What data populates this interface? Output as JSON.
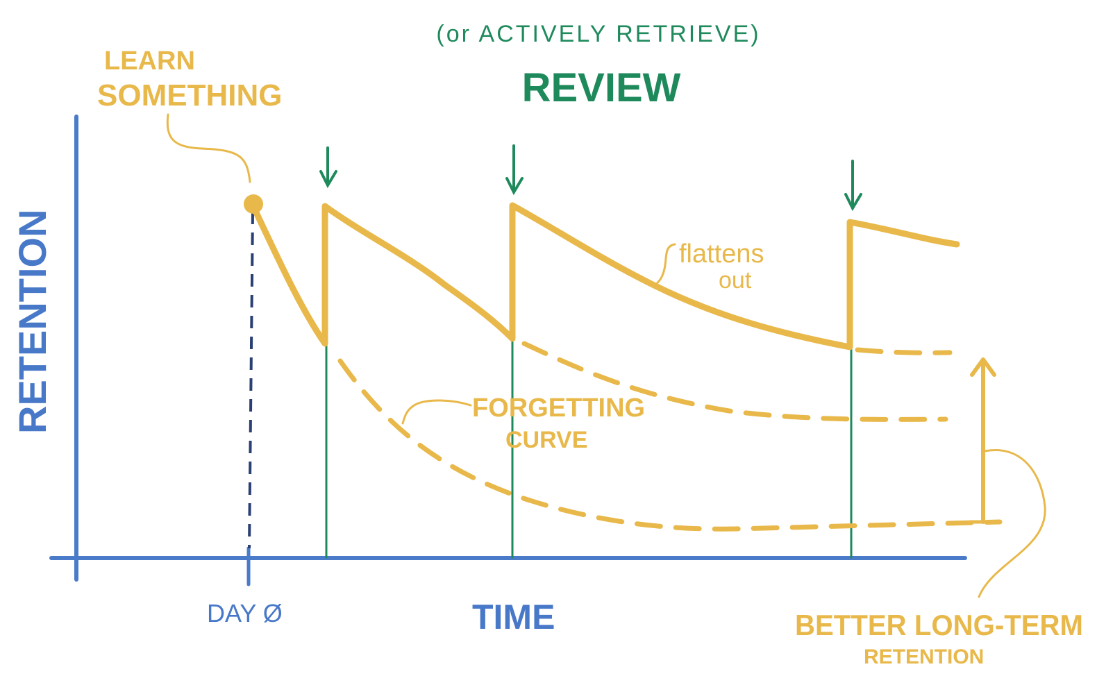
{
  "title": {
    "subtitle": "(or ACTIVELY RETRIEVE)",
    "main": "REVIEW"
  },
  "labels": {
    "learn_line1": "LEARN",
    "learn_line2": "SOMETHING",
    "forgetting_line1": "FORGETTING",
    "forgetting_line2": "CURVE",
    "flattens_line1": "flattens",
    "flattens_line2": "out",
    "better_line1": "BETTER LONG-TERM",
    "better_line2": "RETENTION"
  },
  "axes": {
    "y_label": "RETENTION",
    "x_label": "TIME",
    "x_tick": "DAY Ø"
  },
  "colors": {
    "curve": "#e8b84a",
    "review": "#1e8a5c",
    "axis": "#4a7bc8"
  }
}
